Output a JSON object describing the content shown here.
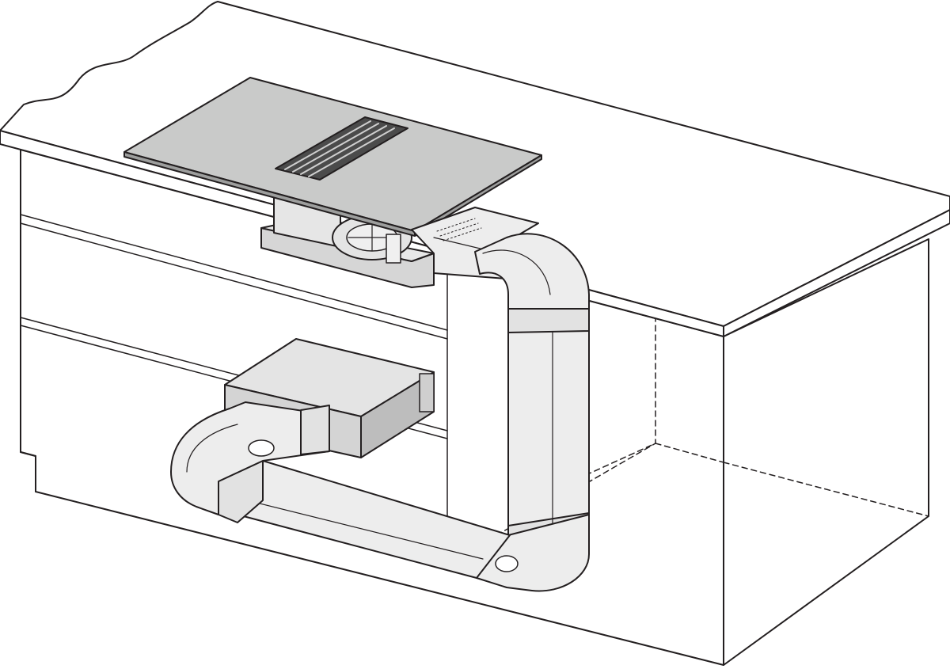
{
  "figure": {
    "background": "#ffffff",
    "line_color": "#231f20",
    "cooktop_color": "#c9cac9",
    "vent_color": "#4b4b4b",
    "duct_color": "#ededed",
    "duct_shade": "#dadada",
    "box_color": "#d6d6d6",
    "parts": [
      "kitchen-island-cabinet",
      "worktop",
      "induction-cooktop",
      "downdraft-extractor-vent",
      "fan-motor-unit",
      "flat-ducting",
      "duct-bends",
      "rectangular-outlet-box",
      "adjacent-cabinet-outline"
    ]
  }
}
